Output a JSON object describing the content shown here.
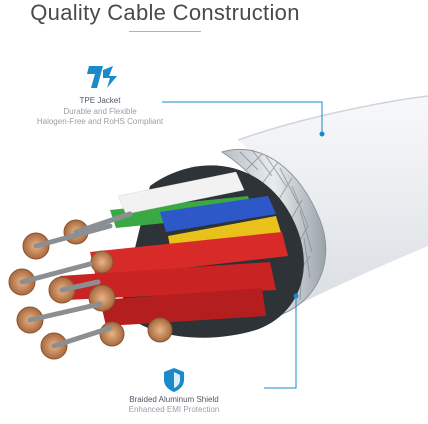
{
  "header": {
    "title": "Quality Cable Construction"
  },
  "callouts": {
    "jacket": {
      "icon": "tpe-jacket-icon",
      "title": "TPE Jacket",
      "line1": "Durable and Flexible",
      "line2": "Halogen-Free and RoHS Compliant"
    },
    "shield": {
      "icon": "shield-icon",
      "title": "Braided Aluminum Shield",
      "line1": "Enhanced EMI Protection"
    }
  },
  "colors": {
    "accent_blue": "#1a8ac8",
    "title_rule": "#d9b24a",
    "wire_red": "#d92a2a",
    "wire_green": "#3aa845",
    "wire_yellow": "#e8c21a",
    "wire_blue": "#2d58c8",
    "wire_white": "#f2f2f2",
    "copper": "#c98a5a"
  }
}
